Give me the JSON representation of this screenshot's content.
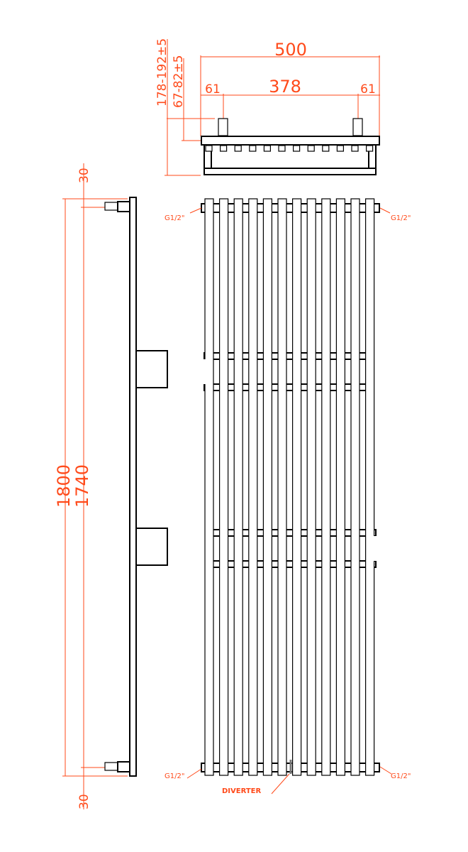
{
  "colors": {
    "dimension": "#ff4a1a",
    "outline": "#000000",
    "background": "#ffffff"
  },
  "top_view": {
    "overall_width": "500",
    "pipe_centres": "378",
    "left_offset": "61",
    "right_offset": "61",
    "wall_depth_total": "178-192±5",
    "wall_depth_pipe": "67-82±5"
  },
  "side_view": {
    "overall_height": "1800",
    "pipe_centres_height": "1740",
    "top_offset": "30",
    "bottom_offset": "30"
  },
  "front_view": {
    "connection_top_left": "G1/2\"",
    "connection_top_right": "G1/2\"",
    "connection_bottom_left": "G1/2\"",
    "connection_bottom_right": "G1/2\"",
    "diverter_label": "DIVERTER",
    "tube_count": 12
  }
}
